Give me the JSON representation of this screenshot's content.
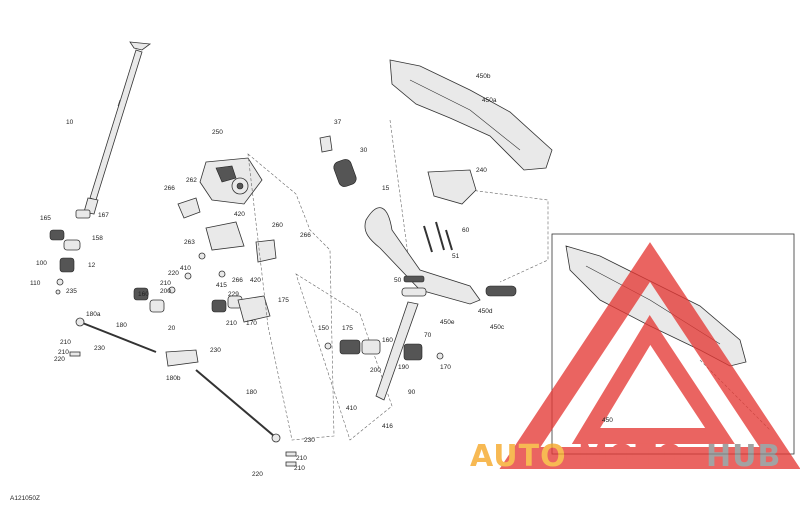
{
  "diagram": {
    "reference_code": "A121050Z",
    "labels": {
      "l10": "10",
      "l165": "165",
      "l167": "167",
      "l158": "158",
      "l12": "12",
      "l100": "100",
      "l110": "110",
      "l235": "235",
      "l250": "250",
      "l266": "266",
      "l262": "262",
      "l420a": "420",
      "l263": "263",
      "l260": "260",
      "l266b": "266",
      "l220": "220",
      "l210a": "210",
      "l200": "200",
      "l160": "160",
      "l410a": "410",
      "l415": "415",
      "l229": "229",
      "l266c": "266",
      "l420b": "420",
      "l175a": "175",
      "l210b": "210",
      "l20": "20",
      "l170a": "170",
      "l37": "37",
      "l30": "30",
      "l15": "15",
      "l240": "240",
      "l450b": "450b",
      "l450a": "450a",
      "l60": "60",
      "l51": "51",
      "l50": "50",
      "l450e": "450e",
      "l450d": "450d",
      "l450c": "450c",
      "l70": "70",
      "l150": "150",
      "l175b": "175",
      "l200b": "200",
      "l160b": "160",
      "l190": "190",
      "l170b": "170",
      "l410b": "410",
      "l90": "90",
      "l416": "416",
      "l180a": "180a",
      "l180": "180",
      "l210c": "210",
      "l230a": "230",
      "l220b": "220",
      "l210d": "210",
      "l230b": "230",
      "l180b": "180b",
      "l180c": "180",
      "l230c": "230",
      "l210e": "210",
      "l210f": "210",
      "l220c": "220",
      "l450": "450"
    }
  },
  "watermark": {
    "word_auto": "AUTO",
    "word_moto": "MOTO",
    "word_hub": "HUB",
    "color_red": "#e53935",
    "color_orange": "#f5a623",
    "color_gray": "#888888"
  }
}
